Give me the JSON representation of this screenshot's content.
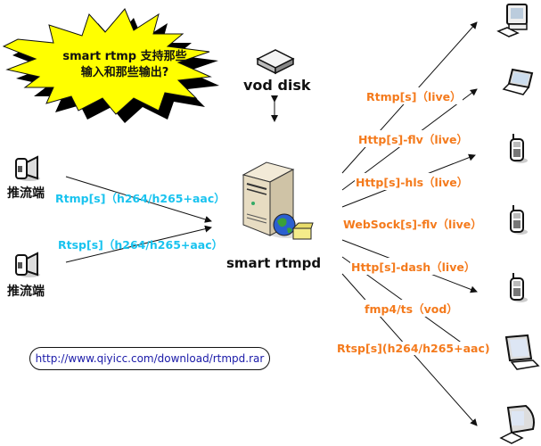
{
  "callout": {
    "line1": "smart rtmp 支持那些",
    "line2": "输入和那些输出?",
    "fill": "#ffff00"
  },
  "storage": {
    "label": "vod disk",
    "icon": "disk-icon"
  },
  "server": {
    "label": "smart rtmpd",
    "icon": "server-icon"
  },
  "publishers": [
    {
      "label": "推流端",
      "icon": "camera-icon"
    },
    {
      "label": "推流端",
      "icon": "camera-icon"
    }
  ],
  "inputs": [
    {
      "label": "Rtmp[s]（h264/h265+aac）"
    },
    {
      "label": "Rtsp[s]（h264/h265+aac）"
    }
  ],
  "outputs": [
    {
      "label": "Rtmp[s]（live）"
    },
    {
      "label": "Http[s]-flv（live）"
    },
    {
      "label": "Http[s]-hls（live）"
    },
    {
      "label": "WebSock[s]-flv（live）"
    },
    {
      "label": "Http[s]-dash（live）"
    },
    {
      "label": "fmp4/ts（vod）"
    },
    {
      "label": "Rtsp[s](h264/h265+aac)"
    }
  ],
  "clients": [
    {
      "icon": "desktop-computer-icon"
    },
    {
      "icon": "laptop-icon"
    },
    {
      "icon": "mobile-phone-icon"
    },
    {
      "icon": "mobile-phone-icon"
    },
    {
      "icon": "mobile-phone-icon"
    },
    {
      "icon": "monitor-icon"
    },
    {
      "icon": "crt-desktop-icon"
    }
  ],
  "download_url": "http://www.qiyicc.com/download/rtmpd.rar",
  "colors": {
    "input_label": "#19c3ef",
    "output_label": "#f47a1c",
    "url_text": "#1a1aa8"
  }
}
